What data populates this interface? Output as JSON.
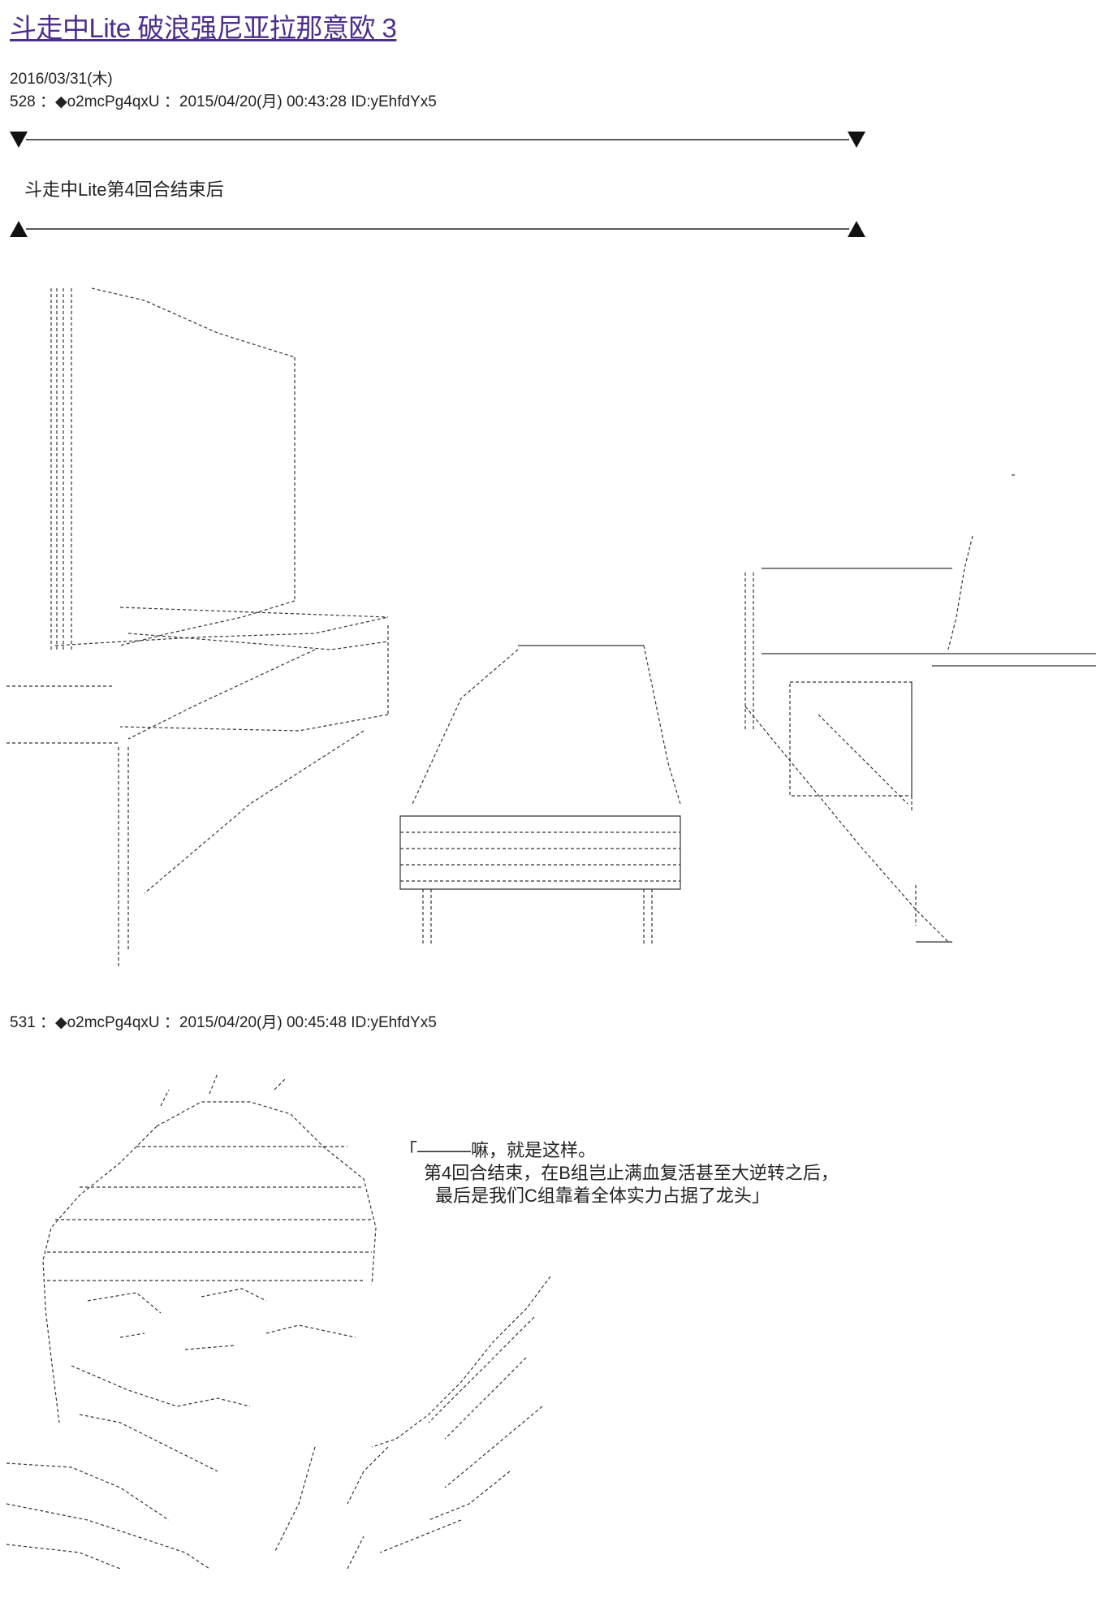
{
  "page": {
    "title": "斗走中Lite 破浪强尼亚拉那意欧 3",
    "date": "2016/03/31(木)"
  },
  "posts": [
    {
      "header": "528 ：◆o2mcPg4qxU ：2015/04/20(月) 00:43:28 ID:yEhfdYx5",
      "banner_text": "斗走中Lite第4回合结束后"
    },
    {
      "header": "531 ：◆o2mcPg4qxU ：2015/04/20(月) 00:45:48 ID:yEhfdYx5",
      "dialogue": [
        "「―――嘛，就是这样。",
        "第4回合结束，在B组岂止满血复活甚至大逆转之后，",
        "最后是我们C组靠着全体实力占据了龙头」"
      ]
    }
  ],
  "colors": {
    "title_link": "#4b2e8c",
    "text": "#222222",
    "art_stroke": "#333333",
    "background": "#ffffff"
  },
  "icons": {
    "divider_marker_top": "triangle-down-icon",
    "divider_marker_bottom": "triangle-up-icon"
  }
}
